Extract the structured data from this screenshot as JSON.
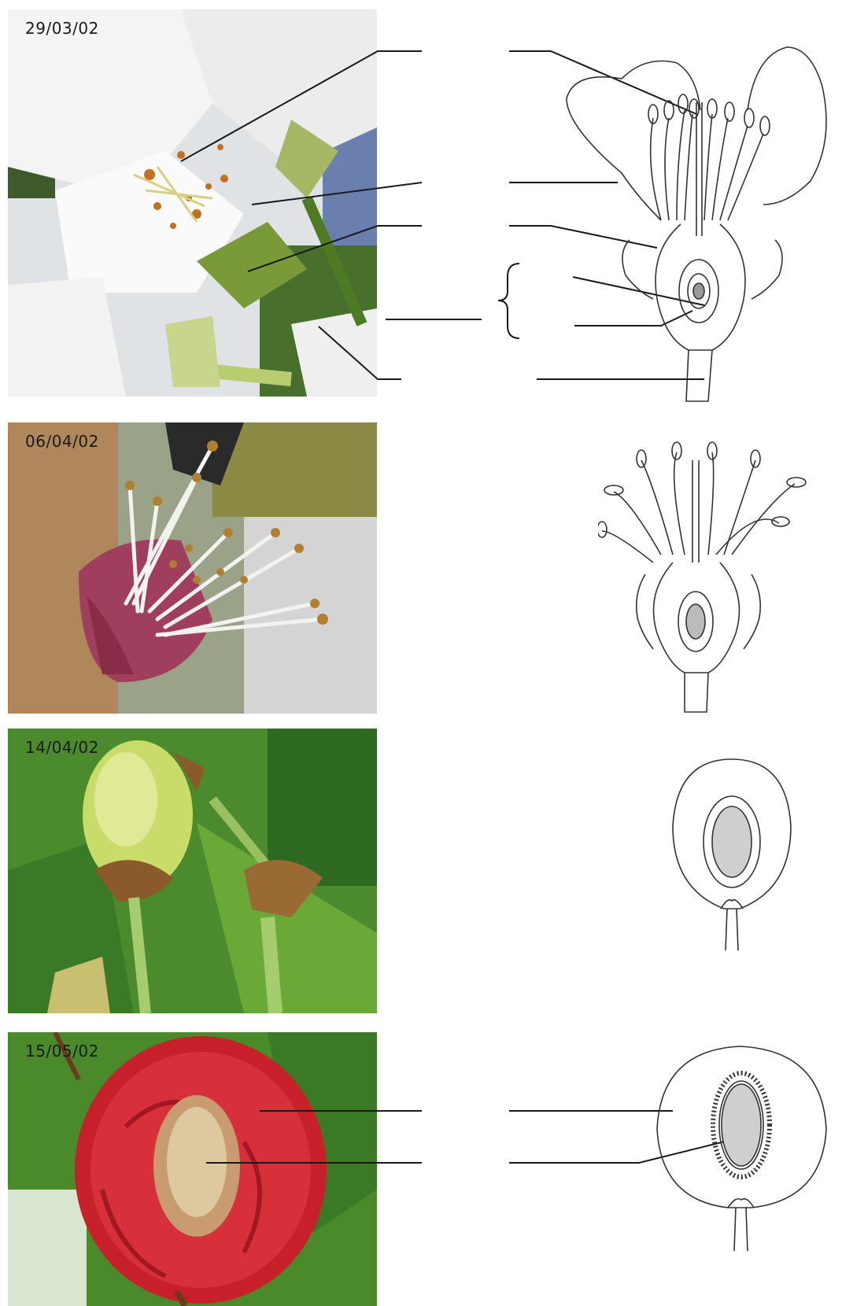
{
  "stages": [
    {
      "date": "29/03/02",
      "photo": "cherry-blossom-open-flower",
      "drawing": "flower-longitudinal-section"
    },
    {
      "date": "06/04/02",
      "photo": "flower-after-petal-fall",
      "drawing": "flower-without-petals-section"
    },
    {
      "date": "14/04/02",
      "photo": "young-green-fruit",
      "drawing": "young-fruit-section"
    },
    {
      "date": "15/05/02",
      "photo": "ripe-cherry-cut-open",
      "drawing": "ripe-fruit-section"
    }
  ],
  "colors": {
    "line": "#1a1a1a",
    "drawing_stroke": "#333333"
  }
}
